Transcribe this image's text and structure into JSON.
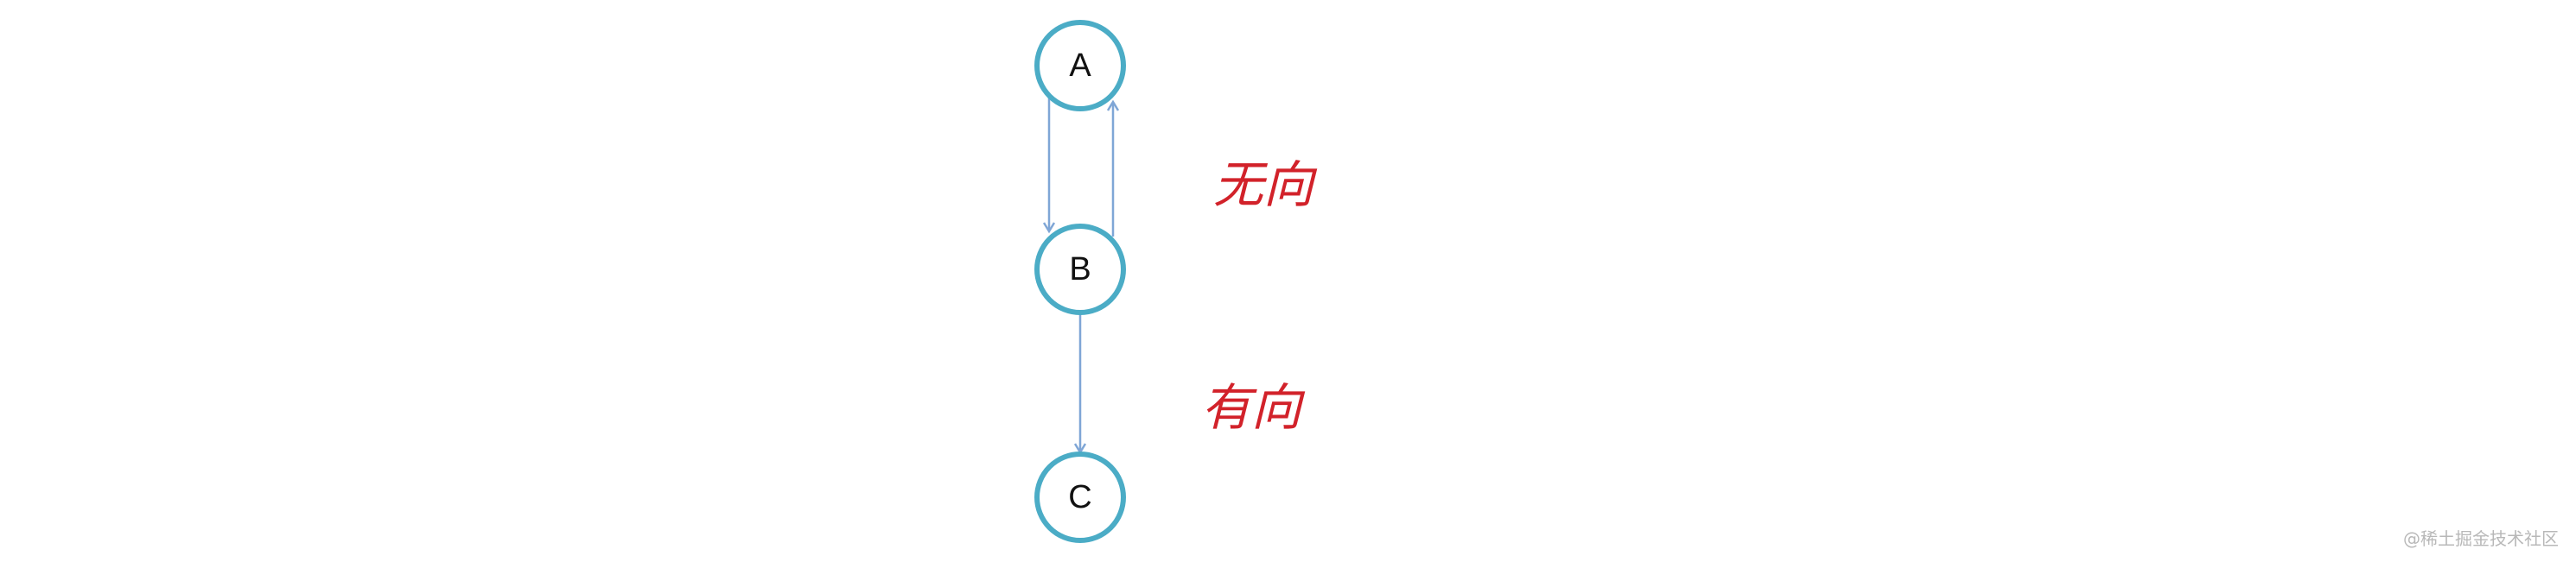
{
  "nodes": {
    "a": "A",
    "b": "B",
    "c": "C"
  },
  "annotations": {
    "undirected": "无向",
    "directed": "有向"
  },
  "watermark": "@稀土掘金技术社区",
  "colors": {
    "node_stroke": "#4bacc6",
    "edge": "#7fa6d6",
    "annotation": "#d2222a"
  }
}
